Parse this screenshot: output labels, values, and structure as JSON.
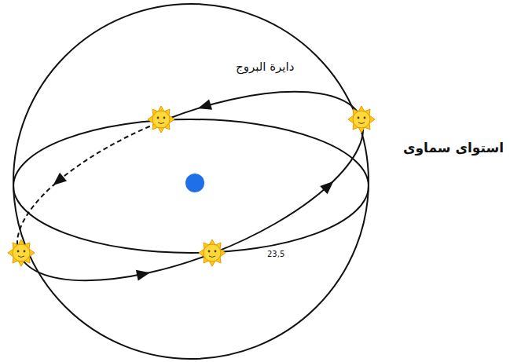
{
  "diagram": {
    "labels": [
      "دایرة البروج",
      "استوای سماوی",
      "23,5"
    ]
  }
}
